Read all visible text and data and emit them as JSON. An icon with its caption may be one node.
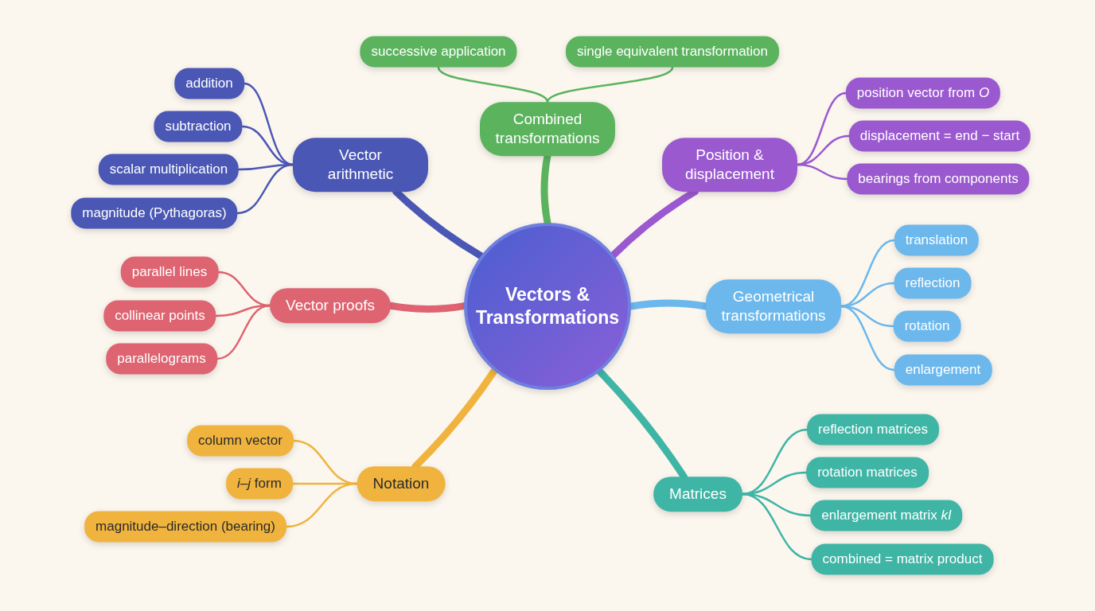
{
  "diagram": {
    "nodes": [
      {
        "text": [
          "Vectors & Transformations"
        ]
      },
      {
        "text": [
          "Combined transformations"
        ]
      },
      {
        "text": [
          "successive application"
        ]
      },
      {
        "text": [
          "single equivalent transformation"
        ]
      },
      {
        "text": [
          "Position & displacement"
        ]
      },
      {
        "text": [
          "position vector from *O*"
        ]
      },
      {
        "text": [
          "displacement = end − start"
        ]
      },
      {
        "text": [
          "bearings from components"
        ]
      },
      {
        "text": [
          "Geometrical transformations"
        ]
      },
      {
        "text": [
          "translation"
        ]
      },
      {
        "text": [
          "reflection"
        ]
      },
      {
        "text": [
          "rotation"
        ]
      },
      {
        "text": [
          "enlargement"
        ]
      },
      {
        "text": [
          "Matrices"
        ]
      },
      {
        "text": [
          "reflection matrices"
        ]
      },
      {
        "text": [
          "rotation matrices"
        ]
      },
      {
        "text": [
          "enlargement matrix *kI*"
        ]
      },
      {
        "text": [
          "combined = matrix product"
        ]
      },
      {
        "text": [
          "Notation"
        ]
      },
      {
        "text": [
          "column vector"
        ]
      },
      {
        "text": [
          "*i*–*j* form"
        ]
      },
      {
        "text": [
          "magnitude–direction (bearing)"
        ]
      },
      {
        "text": [
          "Vector proofs"
        ]
      },
      {
        "text": [
          "parallel lines"
        ]
      },
      {
        "text": [
          "collinear points"
        ]
      },
      {
        "text": [
          "parallelograms"
        ]
      },
      {
        "text": [
          "Vector arithmetic"
        ]
      },
      {
        "text": [
          "addition"
        ]
      },
      {
        "text": [
          "subtraction"
        ]
      },
      {
        "text": [
          "scalar multiplication"
        ]
      },
      {
        "text": [
          "magnitude (Pythagoras)"
        ]
      }
    ],
    "edges": [
      {
        "from": 0,
        "to": 1,
        "arrow": "none",
        "style": "thick",
        "color": "#5bb35e"
      },
      {
        "from": 1,
        "to": 2,
        "arrow": "none",
        "color": "#5bb35e"
      },
      {
        "from": 1,
        "to": 3,
        "arrow": "none",
        "color": "#5bb35e"
      },
      {
        "from": 0,
        "to": 4,
        "arrow": "none",
        "style": "thick",
        "color": "#9b59d0"
      },
      {
        "from": 4,
        "to": 5,
        "arrow": "none",
        "color": "#9b59d0"
      },
      {
        "from": 4,
        "to": 6,
        "arrow": "none",
        "color": "#9b59d0"
      },
      {
        "from": 4,
        "to": 7,
        "arrow": "none",
        "color": "#9b59d0"
      },
      {
        "from": 0,
        "to": 8,
        "arrow": "none",
        "style": "thick",
        "color": "#6cb8ec"
      },
      {
        "from": 8,
        "to": 9,
        "arrow": "none",
        "color": "#6cb8ec"
      },
      {
        "from": 8,
        "to": 10,
        "arrow": "none",
        "color": "#6cb8ec"
      },
      {
        "from": 8,
        "to": 11,
        "arrow": "none",
        "color": "#6cb8ec"
      },
      {
        "from": 8,
        "to": 12,
        "arrow": "none",
        "color": "#6cb8ec"
      },
      {
        "from": 0,
        "to": 13,
        "arrow": "none",
        "style": "thick",
        "color": "#3fb5a6"
      },
      {
        "from": 13,
        "to": 14,
        "arrow": "none",
        "color": "#3fb5a6"
      },
      {
        "from": 13,
        "to": 15,
        "arrow": "none",
        "color": "#3fb5a6"
      },
      {
        "from": 13,
        "to": 16,
        "arrow": "none",
        "color": "#3fb5a6"
      },
      {
        "from": 13,
        "to": 17,
        "arrow": "none",
        "color": "#3fb5a6"
      },
      {
        "from": 0,
        "to": 18,
        "arrow": "none",
        "style": "thick",
        "color": "#f0b43e"
      },
      {
        "from": 18,
        "to": 19,
        "arrow": "none",
        "color": "#f0b43e"
      },
      {
        "from": 18,
        "to": 20,
        "arrow": "none",
        "color": "#f0b43e"
      },
      {
        "from": 18,
        "to": 21,
        "arrow": "none",
        "color": "#f0b43e"
      },
      {
        "from": 0,
        "to": 22,
        "arrow": "none",
        "style": "thick",
        "color": "#dd6470"
      },
      {
        "from": 22,
        "to": 23,
        "arrow": "none",
        "color": "#dd6470"
      },
      {
        "from": 22,
        "to": 24,
        "arrow": "none",
        "color": "#dd6470"
      },
      {
        "from": 22,
        "to": 25,
        "arrow": "none",
        "color": "#dd6470"
      },
      {
        "from": 0,
        "to": 26,
        "arrow": "none",
        "style": "thick",
        "color": "#4a57b5"
      },
      {
        "from": 26,
        "to": 27,
        "arrow": "none",
        "color": "#4a57b5"
      },
      {
        "from": 26,
        "to": 28,
        "arrow": "none",
        "color": "#4a57b5"
      },
      {
        "from": 26,
        "to": 29,
        "arrow": "none",
        "color": "#4a57b5"
      },
      {
        "from": 26,
        "to": 30,
        "arrow": "none",
        "color": "#4a57b5"
      }
    ]
  }
}
